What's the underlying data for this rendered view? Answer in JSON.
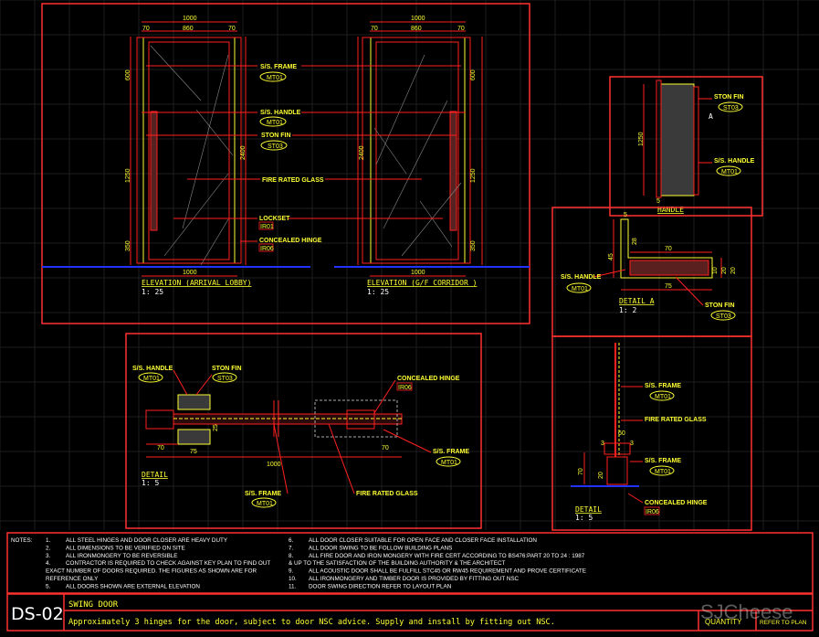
{
  "elevation": {
    "labels": {
      "frame": "S/S. FRAME",
      "frame_tag": "MT01",
      "handle": "S/S. HANDLE",
      "handle_tag": "MT01",
      "fin": "STON FIN",
      "fin_tag": "ST03",
      "glass": "FIRE RATED GLASS",
      "lockset": "LOCKSET",
      "lockset_tag": "IR01",
      "hinge": "CONCEALED HINGE",
      "hinge_tag": "IR06"
    },
    "dims": {
      "overall": "1000",
      "clear": "860",
      "side": "70",
      "top": "600",
      "mid": "1250",
      "bottom": "350",
      "height": "2400",
      "bottom_width": "1000"
    },
    "left_title": "ELEVATION (ARRIVAL LOBBY)",
    "right_title": "ELEVATION (G/F CORRIDOR )",
    "scale": "1: 25"
  },
  "handle_detail": {
    "fin": "STON FIN",
    "fin_tag": "ST03",
    "handle": "S/S. HANDLE",
    "handle_tag": "MT01",
    "title": "HANDLE",
    "dim": "1250",
    "marker": "A",
    "dim_small": "5"
  },
  "detail_a": {
    "handle": "S/S. HANDLE",
    "handle_tag": "MT01",
    "fin": "STON FIN",
    "fin_tag": "ST03",
    "title": "DETAIL  A",
    "scale": "1: 2",
    "dims": {
      "top": "5",
      "width": "70",
      "bottom": "75",
      "left": "45",
      "inner": "28",
      "h1": "10",
      "h2": "20",
      "h3": "20"
    }
  },
  "plan_detail": {
    "handle": "S/S. HANDLE",
    "handle_tag": "MT01",
    "fin": "STON FIN",
    "fin_tag": "ST03",
    "hinge": "CONCEALED HINGE",
    "hinge_tag": "IR06",
    "frame_right": "S/S. FRAME",
    "frame_right_tag": "MT01",
    "frame_bottom": "S/S. FRAME",
    "frame_bottom_tag": "MT01",
    "glass": "FIRE RATED GLASS",
    "dims": {
      "overall": "1000",
      "left": "70",
      "left2": "75",
      "right": "70",
      "thk": "25"
    },
    "title": "DETAIL",
    "scale": "1: 5"
  },
  "section_detail": {
    "frame_top": "S/S. FRAME",
    "frame_top_tag": "MT01",
    "glass": "FIRE RATED GLASS",
    "frame_bottom": "S/S. FRAME",
    "frame_bottom_tag": "MT01",
    "hinge": "CONCEALED HINGE",
    "hinge_tag": "IR06",
    "dims": {
      "d60": "60",
      "d3a": "3",
      "d3b": "3",
      "d70": "70",
      "d20": "20"
    },
    "title": "DETAIL",
    "scale": "1: 5"
  },
  "notes": {
    "heading": "NOTES:",
    "left": [
      {
        "n": "1.",
        "t": "ALL STEEL HINGES AND DOOR CLOSER ARE HEAVY DUTY"
      },
      {
        "n": "2.",
        "t": "ALL DIMENSIONS TO BE VERIFIED ON SITE"
      },
      {
        "n": "3.",
        "t": "ALL IRONMONGERY TO BE REVERSIBLE"
      },
      {
        "n": "4.",
        "t": "CONTRACTOR IS REQUIRED TO CHECK AGAINST KEY PLAN TO FIND OUT"
      },
      {
        "n": "",
        "t": "EXACT NUMBER OF DOORS REQUIRED. THE FIGURES AS SHOWN ARE FOR"
      },
      {
        "n": "",
        "t": "REFERENCE ONLY"
      },
      {
        "n": "5.",
        "t": "ALL DOORS SHOWN ARE EXTERNAL ELEVATION"
      }
    ],
    "right": [
      {
        "n": "6.",
        "t": "ALL DOOR CLOSER SUITABLE FOR OPEN FACE AND CLOSER FACE INSTALLATION"
      },
      {
        "n": "7.",
        "t": "ALL DOOR SWING TO BE FOLLOW BUILDING PLANS"
      },
      {
        "n": "8.",
        "t": "ALL FIRE DOOR AND IRON MONGERY WITH FIRE CERT ACCORDING TO BS476:PART 20 TO 24 : 1987"
      },
      {
        "n": "",
        "t": "& UP TO THE SATISFACTION OF THE BUILDING AUTHORITY & THE ARCHITECT"
      },
      {
        "n": "9.",
        "t": "ALL ACOUSTIC DOOR SHALL BE FULFILL STC45 OR RW45 REQUIREMENT AND PROVE CERTIFICATE"
      },
      {
        "n": "10.",
        "t": "ALL IRONMONGERY AND TIMBER DOOR IS PROVIDED BY FITTING OUT NSC"
      },
      {
        "n": "11.",
        "t": "DOOR SWING DIRECTION REFER TO LAYOUT PLAN"
      }
    ]
  },
  "title_block": {
    "code": "DS-02",
    "name": "SWING DOOR",
    "description": "Approximately 3 hinges for the door, subject to door NSC advice. Supply and install by fitting out NSC.",
    "quantity_label": "QUANTITY",
    "quantity_value": "REFER TO PLAN"
  },
  "watermark": "SJCheese",
  "colors": {
    "line": "#ff2020",
    "text": "#ffff33",
    "floor": "#2233ff",
    "background": "#000000"
  }
}
